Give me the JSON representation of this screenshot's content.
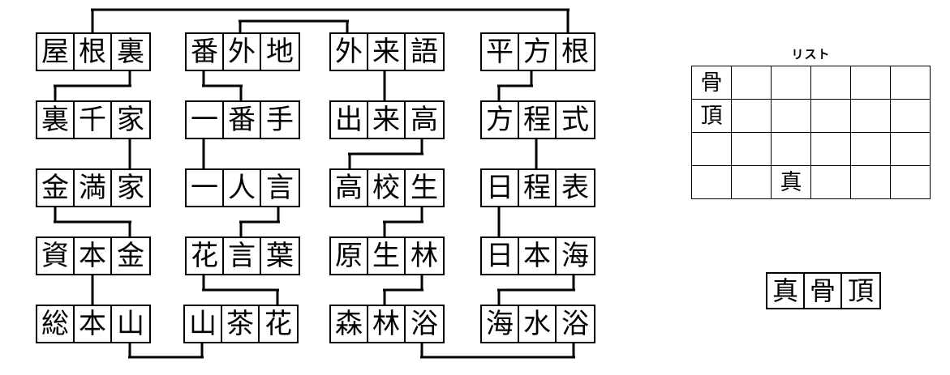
{
  "puzzle": {
    "type": "kanji-chain-word-ladder",
    "grid_columns": 4,
    "grid_rows": 5,
    "words": [
      {
        "id": "w-c1-r1",
        "col": 1,
        "row": 1,
        "chars": [
          "屋",
          "根",
          "裏"
        ],
        "text": "屋根裏"
      },
      {
        "id": "w-c1-r2",
        "col": 1,
        "row": 2,
        "chars": [
          "裏",
          "千",
          "家"
        ],
        "text": "裏千家"
      },
      {
        "id": "w-c1-r3",
        "col": 1,
        "row": 3,
        "chars": [
          "金",
          "満",
          "家"
        ],
        "text": "金満家"
      },
      {
        "id": "w-c1-r4",
        "col": 1,
        "row": 4,
        "chars": [
          "資",
          "本",
          "金"
        ],
        "text": "資本金"
      },
      {
        "id": "w-c1-r5",
        "col": 1,
        "row": 5,
        "chars": [
          "総",
          "本",
          "山"
        ],
        "text": "総本山"
      },
      {
        "id": "w-c2-r1",
        "col": 2,
        "row": 1,
        "chars": [
          "番",
          "外",
          "地"
        ],
        "text": "番外地"
      },
      {
        "id": "w-c2-r2",
        "col": 2,
        "row": 2,
        "chars": [
          "一",
          "番",
          "手"
        ],
        "text": "一番手"
      },
      {
        "id": "w-c2-r3",
        "col": 2,
        "row": 3,
        "chars": [
          "一",
          "人",
          "言"
        ],
        "text": "一人言"
      },
      {
        "id": "w-c2-r4",
        "col": 2,
        "row": 4,
        "chars": [
          "花",
          "言",
          "葉"
        ],
        "text": "花言葉"
      },
      {
        "id": "w-c2-r5",
        "col": 2,
        "row": 5,
        "chars": [
          "山",
          "茶",
          "花"
        ],
        "text": "山茶花"
      },
      {
        "id": "w-c3-r1",
        "col": 3,
        "row": 1,
        "chars": [
          "外",
          "来",
          "語"
        ],
        "text": "外来語"
      },
      {
        "id": "w-c3-r2",
        "col": 3,
        "row": 2,
        "chars": [
          "出",
          "来",
          "高"
        ],
        "text": "出来高"
      },
      {
        "id": "w-c3-r3",
        "col": 3,
        "row": 3,
        "chars": [
          "高",
          "校",
          "生"
        ],
        "text": "高校生"
      },
      {
        "id": "w-c3-r4",
        "col": 3,
        "row": 4,
        "chars": [
          "原",
          "生",
          "林"
        ],
        "text": "原生林"
      },
      {
        "id": "w-c3-r5",
        "col": 3,
        "row": 5,
        "chars": [
          "森",
          "林",
          "浴"
        ],
        "text": "森林浴"
      },
      {
        "id": "w-c4-r1",
        "col": 4,
        "row": 1,
        "chars": [
          "平",
          "方",
          "根"
        ],
        "text": "平方根"
      },
      {
        "id": "w-c4-r2",
        "col": 4,
        "row": 2,
        "chars": [
          "方",
          "程",
          "式"
        ],
        "text": "方程式"
      },
      {
        "id": "w-c4-r3",
        "col": 4,
        "row": 3,
        "chars": [
          "日",
          "程",
          "表"
        ],
        "text": "日程表"
      },
      {
        "id": "w-c4-r4",
        "col": 4,
        "row": 4,
        "chars": [
          "日",
          "本",
          "海"
        ],
        "text": "日本海"
      },
      {
        "id": "w-c4-r5",
        "col": 4,
        "row": 5,
        "chars": [
          "海",
          "水",
          "浴"
        ],
        "text": "海水浴"
      }
    ],
    "connectors": [
      {
        "from": "w-c1-r1.2",
        "to": "w-c4-r1.3",
        "shared": "根",
        "style": "top-arch"
      },
      {
        "from": "w-c2-r1.2",
        "to": "w-c3-r1.1",
        "shared": "外",
        "style": "top-arch"
      },
      {
        "from": "w-c1-r1.3",
        "to": "w-c1-r2.1",
        "shared": "裏",
        "style": "step"
      },
      {
        "from": "w-c2-r1.1",
        "to": "w-c2-r2.2",
        "shared": "番",
        "style": "step"
      },
      {
        "from": "w-c3-r1.2",
        "to": "w-c3-r2.2",
        "shared": "来",
        "style": "straight"
      },
      {
        "from": "w-c4-r1.2",
        "to": "w-c4-r2.1",
        "shared": "方",
        "style": "step"
      },
      {
        "from": "w-c1-r2.3",
        "to": "w-c1-r3.3",
        "shared": "家",
        "style": "straight"
      },
      {
        "from": "w-c2-r2.1",
        "to": "w-c2-r3.1",
        "shared": "一",
        "style": "straight"
      },
      {
        "from": "w-c3-r2.3",
        "to": "w-c3-r3.1",
        "shared": "高",
        "style": "step"
      },
      {
        "from": "w-c4-r2.2",
        "to": "w-c4-r3.2",
        "shared": "程",
        "style": "straight"
      },
      {
        "from": "w-c1-r3.1",
        "to": "w-c1-r4.3",
        "shared": "金",
        "style": "step"
      },
      {
        "from": "w-c2-r3.3",
        "to": "w-c2-r4.2",
        "shared": "言",
        "style": "step"
      },
      {
        "from": "w-c3-r3.3",
        "to": "w-c3-r4.2",
        "shared": "生",
        "style": "step"
      },
      {
        "from": "w-c4-r3.1",
        "to": "w-c4-r4.1",
        "shared": "日",
        "style": "straight"
      },
      {
        "from": "w-c1-r4.2",
        "to": "w-c1-r5.2",
        "shared": "本",
        "style": "straight"
      },
      {
        "from": "w-c2-r4.1",
        "to": "w-c2-r5.3",
        "shared": "花",
        "style": "step"
      },
      {
        "from": "w-c3-r4.3",
        "to": "w-c3-r5.2",
        "shared": "林",
        "style": "step"
      },
      {
        "from": "w-c4-r4.3",
        "to": "w-c4-r5.1",
        "shared": "海",
        "style": "step"
      },
      {
        "from": "w-c1-r5.3",
        "to": "w-c2-r5.1",
        "shared": "山",
        "style": "bottom-arch"
      },
      {
        "from": "w-c3-r5.3",
        "to": "w-c4-r5.3",
        "shared": "浴",
        "style": "bottom-arch"
      }
    ]
  },
  "list_panel": {
    "title": "リスト",
    "columns": 6,
    "rows": 4,
    "cells": [
      [
        "骨",
        "",
        "",
        "",
        "",
        ""
      ],
      [
        "頂",
        "",
        "",
        "",
        "",
        ""
      ],
      [
        "",
        "",
        "",
        "",
        "",
        ""
      ],
      [
        "",
        "",
        "真",
        "",
        "",
        ""
      ]
    ]
  },
  "answer": {
    "chars": [
      "真",
      "骨",
      "頂"
    ],
    "text": "真骨頂"
  }
}
